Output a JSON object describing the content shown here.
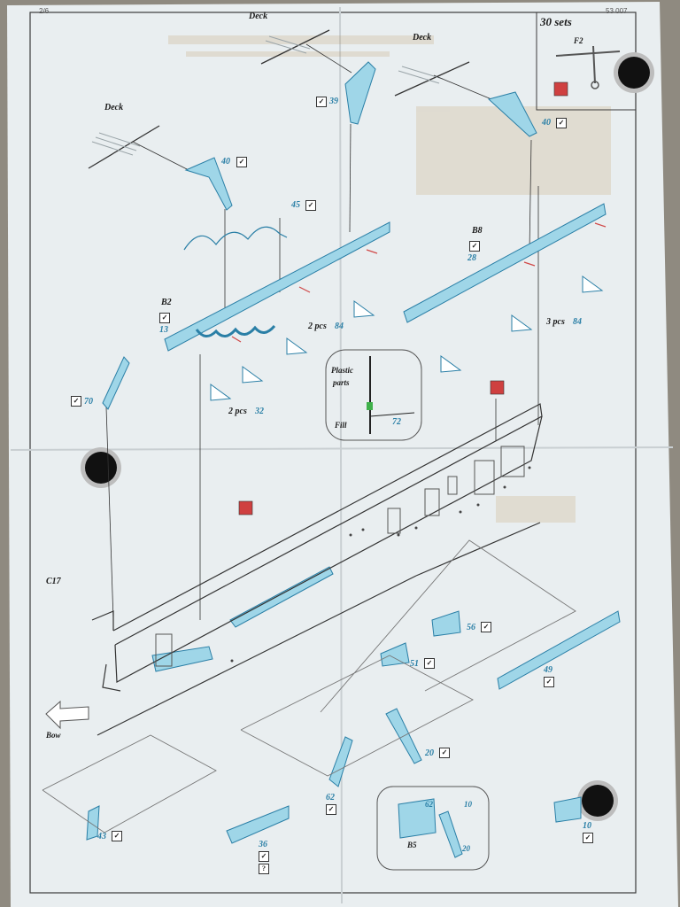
{
  "header": {
    "page": "2/6",
    "code": "53 007"
  },
  "sets": {
    "count_label": "30 sets",
    "ref": "F2"
  },
  "labels": {
    "deck": "Deck",
    "plastic": "Plastic",
    "parts": "parts",
    "fill": "Fill",
    "c17": "C17",
    "bow": "Bow",
    "b2": "B2",
    "b8": "B8",
    "b5": "B5",
    "pcs2a": "2 pcs",
    "pcs2b": "2 pcs",
    "pcs3": "3 pcs"
  },
  "parts": {
    "p39": "39",
    "p40a": "40",
    "p40b": "40",
    "p45": "45",
    "p13": "13",
    "p28": "28",
    "p84a": "84",
    "p84b": "84",
    "p70": "70",
    "p32": "32",
    "p72": "72",
    "p56": "56",
    "p51": "51",
    "p49": "49",
    "p20a": "20",
    "p62a": "62",
    "p62b": "62",
    "p10a": "10",
    "p10b": "10",
    "p20b": "20",
    "p43": "43",
    "p36": "36"
  },
  "marks": {
    "check": "✓",
    "question": "?"
  },
  "colors": {
    "paper": "#e7eef0",
    "ink": "#222222",
    "blue": "#2a7fa6",
    "light_blue": "#9fd6e8",
    "red": "#cf4040",
    "magnet": "#111111"
  }
}
